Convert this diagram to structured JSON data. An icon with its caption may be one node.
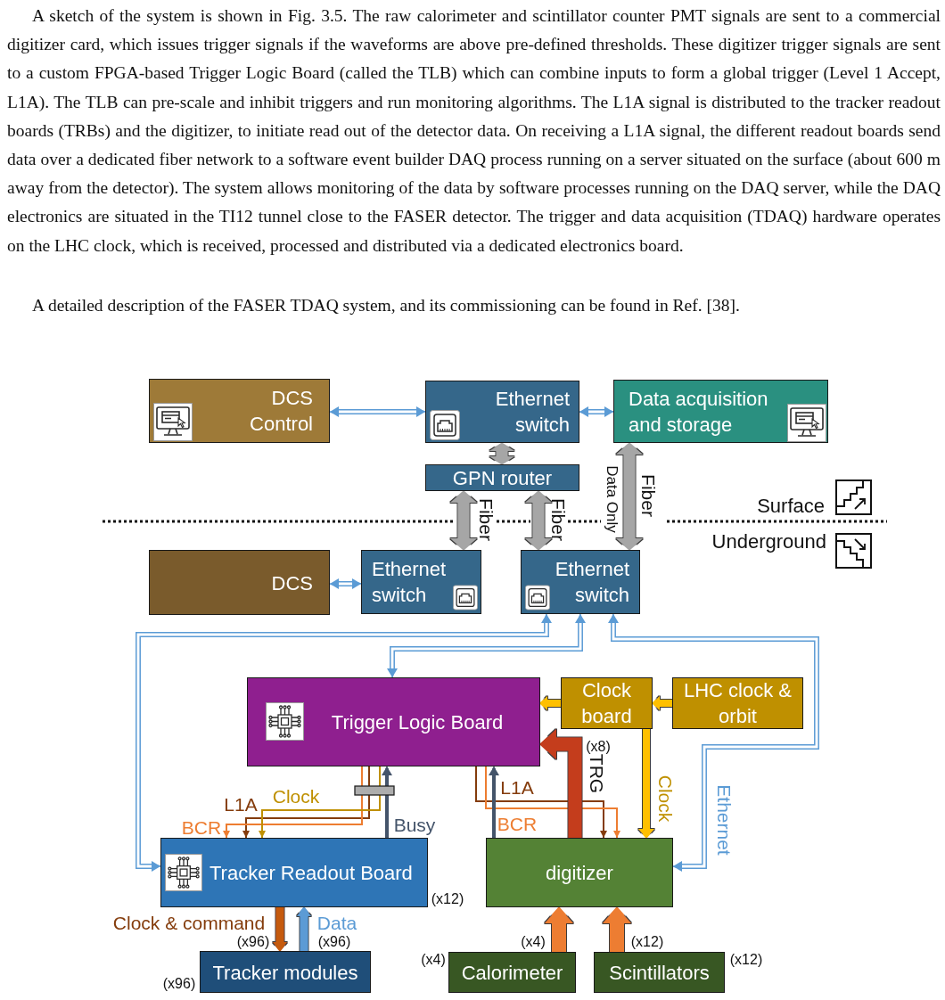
{
  "diagram": {
    "nodes": [
      {
        "text": [
          "DCS Control"
        ]
      },
      {
        "text": [
          "Ethernet switch"
        ]
      },
      {
        "text": [
          "Data acquisition and storage"
        ]
      },
      {
        "text": [
          "GPN router"
        ]
      },
      {
        "text": [
          "DCS"
        ]
      },
      {
        "text": [
          "Ethernet switch"
        ]
      },
      {
        "text": [
          "Ethernet switch"
        ]
      },
      {
        "text": [
          "Trigger Logic Board"
        ]
      },
      {
        "text": [
          "Clock board"
        ]
      },
      {
        "text": [
          "LHC clock & orbit"
        ]
      },
      {
        "text": [
          "Tracker Readout Board"
        ],
        "beside": [
          "(x12)"
        ]
      },
      {
        "text": [
          "digitizer"
        ]
      },
      {
        "text": [
          "Tracker modules"
        ],
        "beside": [
          "(x96)"
        ]
      },
      {
        "text": [
          "Calorimeter"
        ],
        "beside": [
          "(x4)"
        ]
      },
      {
        "text": [
          "Scintillators"
        ],
        "beside": [
          "(x12)"
        ]
      }
    ],
    "edges": [
      {
        "from": 0,
        "to": 1,
        "arrow": "both"
      },
      {
        "from": 1,
        "to": 2,
        "arrow": "both"
      },
      {
        "from": 1,
        "to": 3,
        "arrow": "both",
        "style": "thick",
        "color": "#a6a6a6"
      },
      {
        "from": 3,
        "to": 5,
        "arrow": "both",
        "label": "Fiber",
        "style": "thick",
        "color": "#a6a6a6"
      },
      {
        "from": 3,
        "to": 6,
        "arrow": "both",
        "label": "Fiber",
        "style": "thick",
        "color": "#a6a6a6"
      },
      {
        "from": 2,
        "to": 6,
        "arrow": "both",
        "label": "Fiber",
        "style": "thick",
        "color": "#a6a6a6"
      },
      {
        "from": 4,
        "to": 5,
        "arrow": "both"
      },
      {
        "from": 6,
        "to": 10,
        "arrow": "both"
      },
      {
        "from": 6,
        "to": 7,
        "arrow": "both"
      },
      {
        "from": 6,
        "to": 11,
        "arrow": "both",
        "label": "Ethernet"
      },
      {
        "from": 9,
        "to": 8,
        "arrow": "to",
        "style": "thick",
        "color": "#ffc000"
      },
      {
        "from": 8,
        "to": 7,
        "arrow": "to",
        "style": "thick",
        "color": "#ffc000"
      },
      {
        "from": 8,
        "to": 11,
        "arrow": "to",
        "label": "Clock",
        "style": "thick",
        "color": "#ffc000"
      },
      {
        "from": 7,
        "to": 10,
        "arrow": "to",
        "label": "L1A",
        "color": "#843c0c"
      },
      {
        "from": 7,
        "to": 10,
        "arrow": "to",
        "label": "BCR",
        "color": "#ed7d31"
      },
      {
        "from": 7,
        "to": 10,
        "arrow": "to",
        "label": "Clock",
        "color": "#bf9000"
      },
      {
        "from": 10,
        "to": 7,
        "arrow": "to",
        "label": "Busy",
        "color": "#44546a"
      },
      {
        "from": 7,
        "to": 11,
        "arrow": "to",
        "label": "L1A",
        "color": "#843c0c"
      },
      {
        "from": 7,
        "to": 11,
        "arrow": "to",
        "label": "BCR",
        "color": "#ed7d31"
      },
      {
        "from": 11,
        "to": 7,
        "arrow": "to",
        "color": "#44546a"
      },
      {
        "from": 11,
        "to": 7,
        "arrow": "to",
        "label": "TRG",
        "style": "thick",
        "color": "#c43e1c"
      },
      {
        "from": 10,
        "to": 12,
        "arrow": "to",
        "label": "Clock & command",
        "style": "thick",
        "color": "#c55a11"
      },
      {
        "from": 12,
        "to": 10,
        "arrow": "to",
        "label": "Data",
        "style": "thick"
      },
      {
        "from": 13,
        "to": 11,
        "arrow": "to",
        "style": "thick",
        "color": "#ed7d31"
      },
      {
        "from": 14,
        "to": 11,
        "arrow": "to",
        "style": "thick",
        "color": "#ed7d31"
      }
    ],
    "labels": [
      "A sketch of the system is shown in Fig. 3.5. The raw calorimeter and scintillator counter PMT signals are sent to a commercial digitizer card, which issues trigger signals if the waveforms are above pre-defined thresholds. These digitizer trigger signals are sent to a custom FPGA-based Trigger Logic Board (called the TLB) which can combine inputs to form a global trigger (Level 1 Accept, L1A). The TLB can pre-scale and inhibit triggers and run monitoring algorithms. The L1A signal is distributed to the tracker readout boards (TRBs) and the digitizer, to initiate read out of the detector data. On receiving a L1A signal, the different readout boards send data over a dedicated fiber network to a software event builder DAQ process running on a server situated on the surface (about 600 m away from the detector). The system allows monitoring of the data by software processes running on the DAQ server, while the DAQ electronics are situated in the TI12 tunnel close to the FASER detector. The trigger and data acquisition (TDAQ) hardware operates on the LHC clock, which is received, processed and distributed via a dedicated electronics board.",
      "A detailed description of the FASER TDAQ system, and its commissioning can be found in Ref. [38].",
      "Data Only",
      "Surface",
      "Underground",
      "(x8)",
      "(x96)",
      "(x96)",
      "(x4)",
      "(x12)"
    ]
  }
}
